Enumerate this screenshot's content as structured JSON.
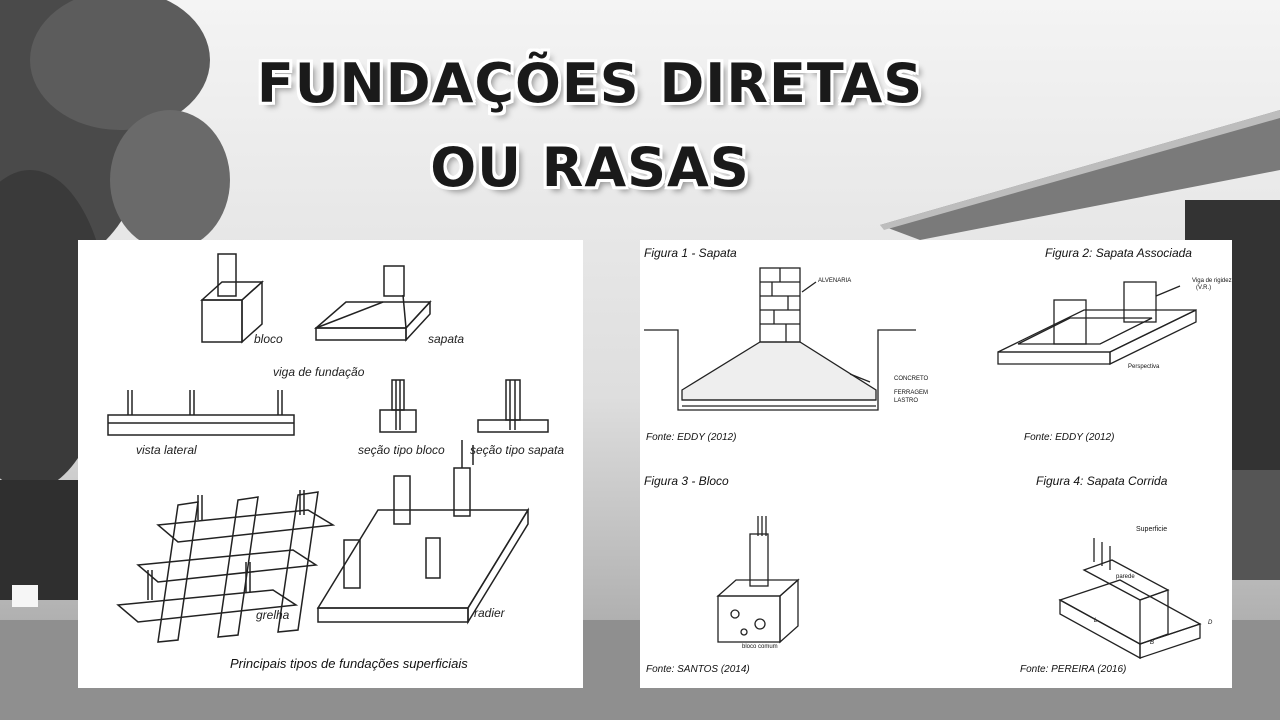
{
  "title": {
    "line1": "FUNDAÇÕES DIRETAS",
    "line2": "OU RASAS"
  },
  "left_panel": {
    "labels": {
      "bloco": "bloco",
      "sapata": "sapata",
      "viga_de_fundacao": "viga de fundação",
      "vista_lateral": "vista lateral",
      "secao_tipo_bloco": "seção tipo bloco",
      "secao_tipo_sapata": "seção tipo sapata",
      "grelha": "grelha",
      "radier": "radier"
    },
    "caption": "Principais tipos de fundações superficiais"
  },
  "right_panel": {
    "fig1": {
      "caption": "Figura 1 - Sapata",
      "source": "Fonte:  EDDY (2012)",
      "alvenaria": "ALVENARIA",
      "concreto": "CONCRETO",
      "ferragem": "FERRAGEM",
      "lastro": "LASTRO"
    },
    "fig2": {
      "caption": "Figura 2: Sapata Associada",
      "source": "Fonte:  EDDY (2012)",
      "viga_de_rigidez": "Viga de rigidez",
      "vr": "(V.R.)",
      "perspectiva": "Perspectiva"
    },
    "fig3": {
      "caption": "Figura 3 - Bloco",
      "source": "Fonte:  SANTOS (2014)",
      "bloco_comum": "bloco comum"
    },
    "fig4": {
      "caption": "Figura 4: Sapata Corrida",
      "source": "Fonte:  PEREIRA (2016)",
      "superficie": "Superficie",
      "parede": "parede",
      "l": "L",
      "b": "B",
      "d": "D"
    }
  }
}
